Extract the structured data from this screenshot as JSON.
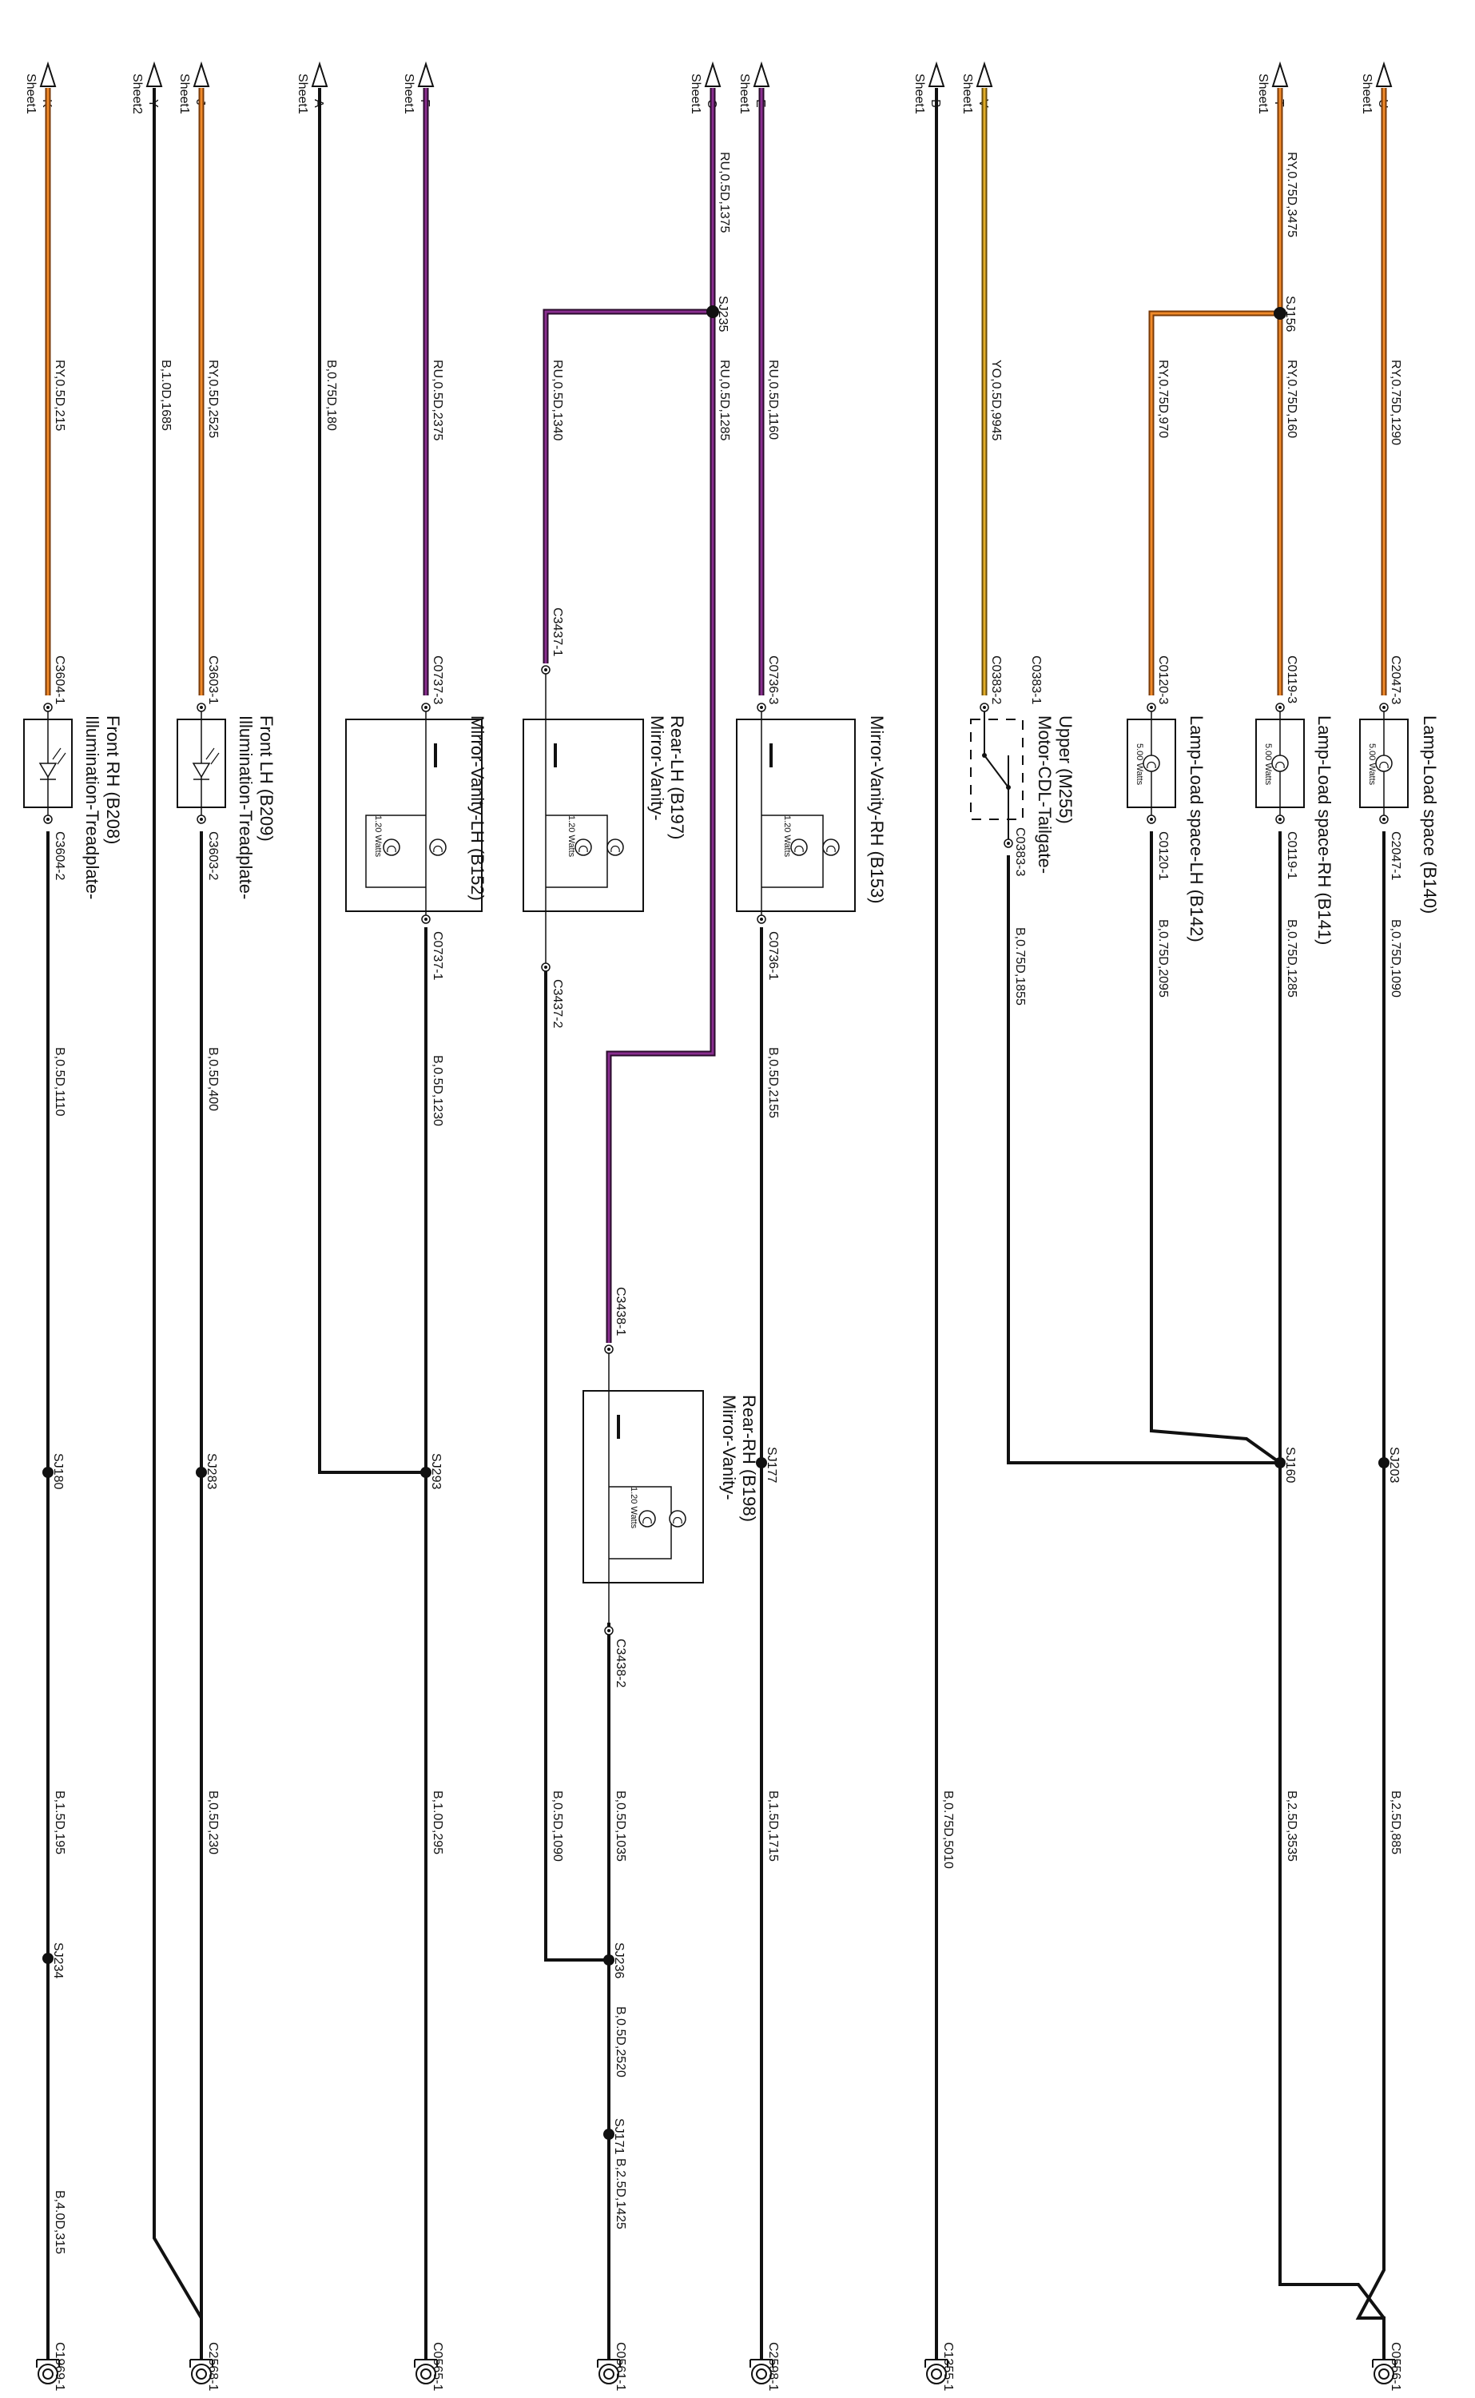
{
  "colors": {
    "black": "#111111",
    "orange": "#e8761e",
    "purple": "#6b1f6e",
    "yellow": "#d9a21b",
    "background": "#ffffff"
  },
  "offpage": [
    {
      "letter": "U",
      "sheet": "Sheet1"
    },
    {
      "letter": "T",
      "sheet": "Sheet1"
    },
    {
      "letter": "V",
      "sheet": "Sheet1"
    },
    {
      "letter": "B",
      "sheet": "Sheet1"
    },
    {
      "letter": "E",
      "sheet": "Sheet1"
    },
    {
      "letter": "C",
      "sheet": "Sheet1"
    },
    {
      "letter": "F",
      "sheet": "Sheet1"
    },
    {
      "letter": "A",
      "sheet": "Sheet1"
    },
    {
      "letter": "J",
      "sheet": "Sheet1"
    },
    {
      "letter": "Y",
      "sheet": "Sheet2"
    },
    {
      "letter": "K",
      "sheet": "Sheet1"
    }
  ],
  "wires": [
    "RY,0.75D,1290",
    "RY,0.75D,3475",
    "RY,0.75D,160",
    "RY,0.75D,970",
    "YO,0.5D,9945",
    "RU,0.5D,1160",
    "RU,0.5D,1375",
    "RU,0.5D,1285",
    "RU,0.5D,1340",
    "RU,0.5D,2375",
    "B,0.75D,180",
    "RY,0.5D,2525",
    "B,1.0D,1685",
    "RY,0.5D,215",
    "B,0.75D,1090",
    "B,0.75D,1285",
    "B,0.75D,2095",
    "B,0.75D,1855",
    "B,0.5D,2155",
    "B,0.5D,1230",
    "B,0.5D,400",
    "B,0.5D,1110",
    "B,2.5D,885",
    "B,2.5D,3535",
    "B,0.75D,5010",
    "B,1.5D,1715",
    "B,0.5D,1035",
    "B,0.5D,1090",
    "B,1.0D,295",
    "B,0.5D,230",
    "B,1.5D,195",
    "B,0.5D,2520",
    "B,2.5D,1425",
    "B,4.0D,315"
  ],
  "splices": [
    "SJ156",
    "SJ235",
    "SJ203",
    "SJ160",
    "SJ177",
    "SJ293",
    "SJ283",
    "SJ180",
    "SJ236",
    "SJ171",
    "SJ234"
  ],
  "connectors": [
    "C2047-3",
    "C2047-1",
    "C0119-3",
    "C0119-1",
    "C0120-3",
    "C0120-1",
    "C0383-1",
    "C0383-2",
    "C0383-3",
    "C0736-3",
    "C0736-1",
    "C3437-1",
    "C3437-2",
    "C0737-3",
    "C0737-1",
    "C3603-1",
    "C3603-2",
    "C3604-1",
    "C3604-2",
    "C3438-1",
    "C3438-2"
  ],
  "grounds": [
    "C0556-1",
    "C1355-1",
    "C2598-1",
    "C0561-1",
    "C0565-1",
    "C2568-1",
    "C1969-1"
  ],
  "components": {
    "b140": "Lamp-Load space (B140)",
    "b141": "Lamp-Load space-RH (B141)",
    "b142": "Lamp-Load space-LH (B142)",
    "m255_line1": "Motor-CDL-Tailgate-",
    "m255_line2": "Upper (M255)",
    "b153": "Mirror-Vanity-RH (B153)",
    "b197_line1": "Mirror-Vanity-",
    "b197_line2": "Rear-LH (B197)",
    "b152": "Mirror-Vanity-LH (B152)",
    "b209_line1": "Illumination-Treadplate-",
    "b209_line2": "Front LH (B209)",
    "b208_line1": "Illumination-Treadplate-",
    "b208_line2": "Front RH (B208)",
    "b198_line1": "Mirror-Vanity-",
    "b198_line2": "Rear-RH (B198)"
  },
  "ratings": {
    "lamp_5w": "5.00 Watts",
    "mirror_12w": "1.20 Watts"
  }
}
